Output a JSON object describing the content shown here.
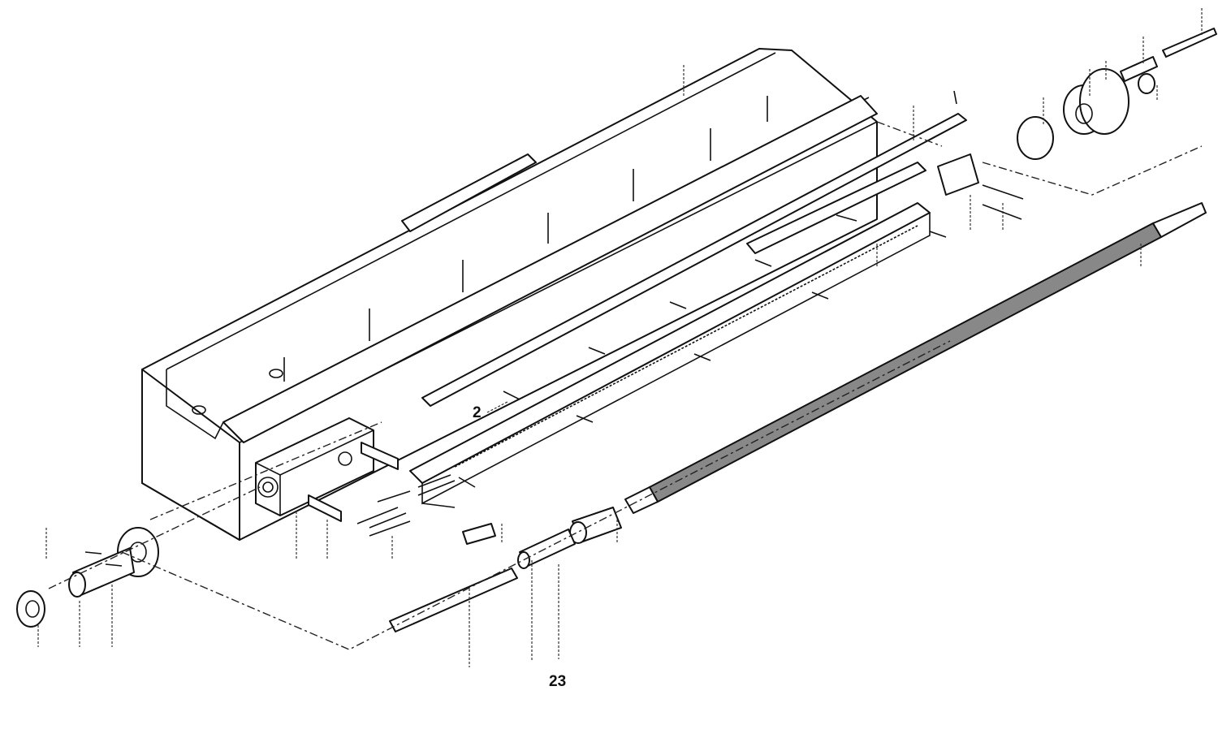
{
  "diagram": {
    "type": "exploded parts diagram",
    "labels": {
      "part_2": "2",
      "part_23": "23"
    }
  }
}
